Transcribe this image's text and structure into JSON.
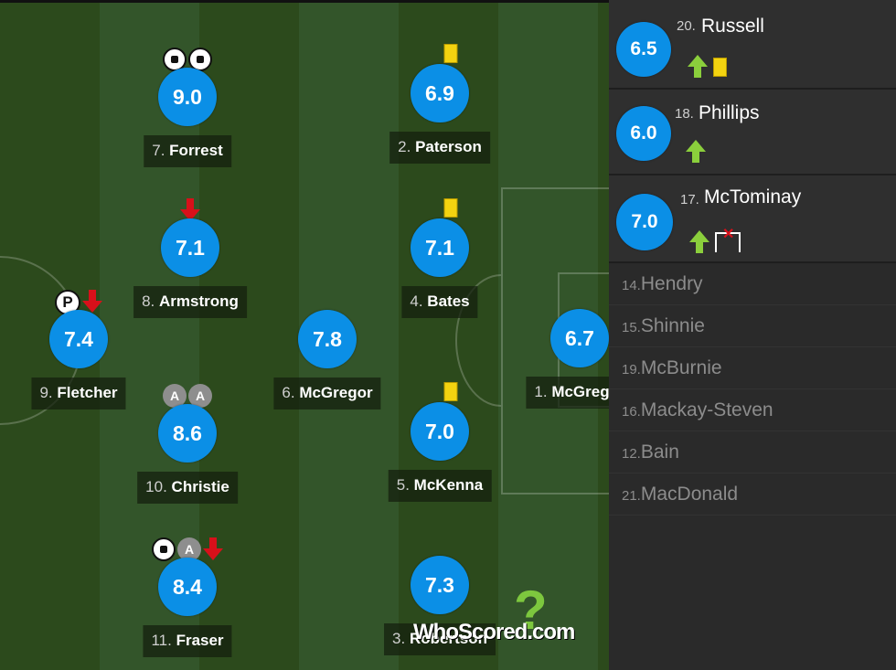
{
  "pitch_players": [
    {
      "id": "forrest",
      "number": "7.",
      "name": "Forrest",
      "rating": "9.0",
      "icons": [
        "ball-icon",
        "ball-icon"
      ]
    },
    {
      "id": "paterson",
      "number": "2.",
      "name": "Paterson",
      "rating": "6.9",
      "icons": [
        "yellow-card-icon"
      ]
    },
    {
      "id": "armstrong",
      "number": "8.",
      "name": "Armstrong",
      "rating": "7.1",
      "icons": [
        "sub-off-arrow-icon"
      ]
    },
    {
      "id": "bates",
      "number": "4.",
      "name": "Bates",
      "rating": "7.1",
      "icons": [
        "yellow-card-icon"
      ]
    },
    {
      "id": "fletcher",
      "number": "9.",
      "name": "Fletcher",
      "rating": "7.4",
      "icons": [
        "penalty-icon",
        "sub-off-arrow-icon"
      ]
    },
    {
      "id": "mcgregor6",
      "number": "6.",
      "name": "McGregor",
      "rating": "7.8",
      "icons": []
    },
    {
      "id": "mcgregor1",
      "number": "1.",
      "name": "McGregor",
      "rating": "6.7",
      "icons": []
    },
    {
      "id": "christie",
      "number": "10.",
      "name": "Christie",
      "rating": "8.6",
      "icons": [
        "assist-icon",
        "assist-icon"
      ]
    },
    {
      "id": "mckenna",
      "number": "5.",
      "name": "McKenna",
      "rating": "7.0",
      "icons": [
        "yellow-card-icon"
      ]
    },
    {
      "id": "fraser",
      "number": "11.",
      "name": "Fraser",
      "rating": "8.4",
      "icons": [
        "ball-icon",
        "assist-icon",
        "sub-off-arrow-icon"
      ]
    },
    {
      "id": "robertson",
      "number": "3.",
      "name": "Robertson",
      "rating": "7.3",
      "icons": []
    }
  ],
  "icon_text": {
    "assist": "A",
    "penalty": "P"
  },
  "logo": {
    "text": "WhoScored",
    "suffix": ".com",
    "mark": "?"
  },
  "substitutes_used": [
    {
      "number": "20.",
      "name": "Russell",
      "rating": "6.5",
      "icons": [
        "sub-on-arrow-icon",
        "yellow-card-icon"
      ]
    },
    {
      "number": "18.",
      "name": "Phillips",
      "rating": "6.0",
      "icons": [
        "sub-on-arrow-icon"
      ]
    },
    {
      "number": "17.",
      "name": "McTominay",
      "rating": "7.0",
      "icons": [
        "sub-on-arrow-icon",
        "missed-shot-icon"
      ]
    }
  ],
  "substitutes_unused": [
    {
      "number": "14.",
      "name": "Hendry"
    },
    {
      "number": "15.",
      "name": "Shinnie"
    },
    {
      "number": "19.",
      "name": "McBurnie"
    },
    {
      "number": "16.",
      "name": "Mackay-Steven"
    },
    {
      "number": "12.",
      "name": "Bain"
    },
    {
      "number": "21.",
      "name": "MacDonald"
    }
  ],
  "colors": {
    "rating_bubble": "#0b8fe6",
    "yellow_card": "#f3d310",
    "sub_off": "#d8101a",
    "sub_on": "#8bcf3c",
    "pitch_dark": "#2c4a1c",
    "pitch_light": "#33552a"
  }
}
